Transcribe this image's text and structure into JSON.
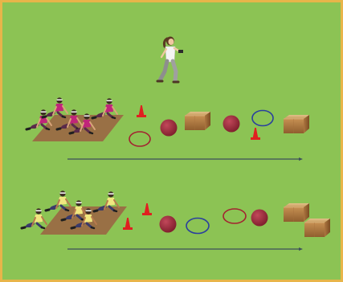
{
  "field": {
    "grass_color": "#8cc354",
    "border_color": "#e8b54a"
  },
  "lanes": [
    {
      "name": "top",
      "team_shirt": "#c0257a",
      "team_shorts": "#5a2a4a",
      "objects": [
        "cone",
        "hoop-red",
        "ball",
        "box",
        "ball",
        "hoop-blue",
        "cone",
        "box"
      ]
    },
    {
      "name": "bottom",
      "team_shirt": "#f0e680",
      "team_shorts": "#3a3a6a",
      "objects": [
        "cone",
        "cone",
        "ball",
        "hoop-blue",
        "hoop-red",
        "ball",
        "box",
        "box"
      ]
    }
  ],
  "colors": {
    "cone": "#e02020",
    "ball": "#a3283a",
    "hoop_red": "#a32230",
    "hoop_blue": "#2a3f9e",
    "box": "#c89a60",
    "mat": "#9a6b44",
    "line": "#3d4f5a"
  },
  "icons": [
    "cone-icon",
    "ball-icon",
    "hoop-icon",
    "box-icon",
    "runner-icon",
    "player-icon",
    "mat-icon",
    "arrow-line-icon"
  ]
}
